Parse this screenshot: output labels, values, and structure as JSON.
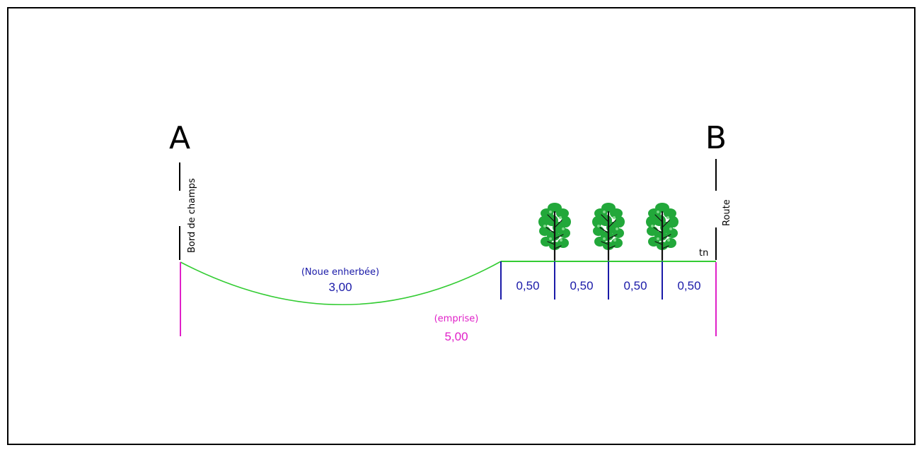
{
  "section": {
    "point_a": "A",
    "point_b": "B",
    "left_edge_label": "Bord de champs",
    "right_edge_label": "Route",
    "ground_label": "tn"
  },
  "noue": {
    "label": "(Noue enherbée)",
    "width": "3,00"
  },
  "emprise": {
    "label": "(emprise)",
    "width": "5,00"
  },
  "spacings": [
    "0,50",
    "0,50",
    "0,50",
    "0,50"
  ],
  "trees": [
    {
      "name": "tree-1"
    },
    {
      "name": "tree-2"
    },
    {
      "name": "tree-3"
    }
  ],
  "colors": {
    "ground_line": "#33cc33",
    "dimension_blue": "#1a1aa8",
    "emprise_magenta": "#e020c8",
    "tree_foliage": "#22a83a",
    "frame": "#000000"
  }
}
